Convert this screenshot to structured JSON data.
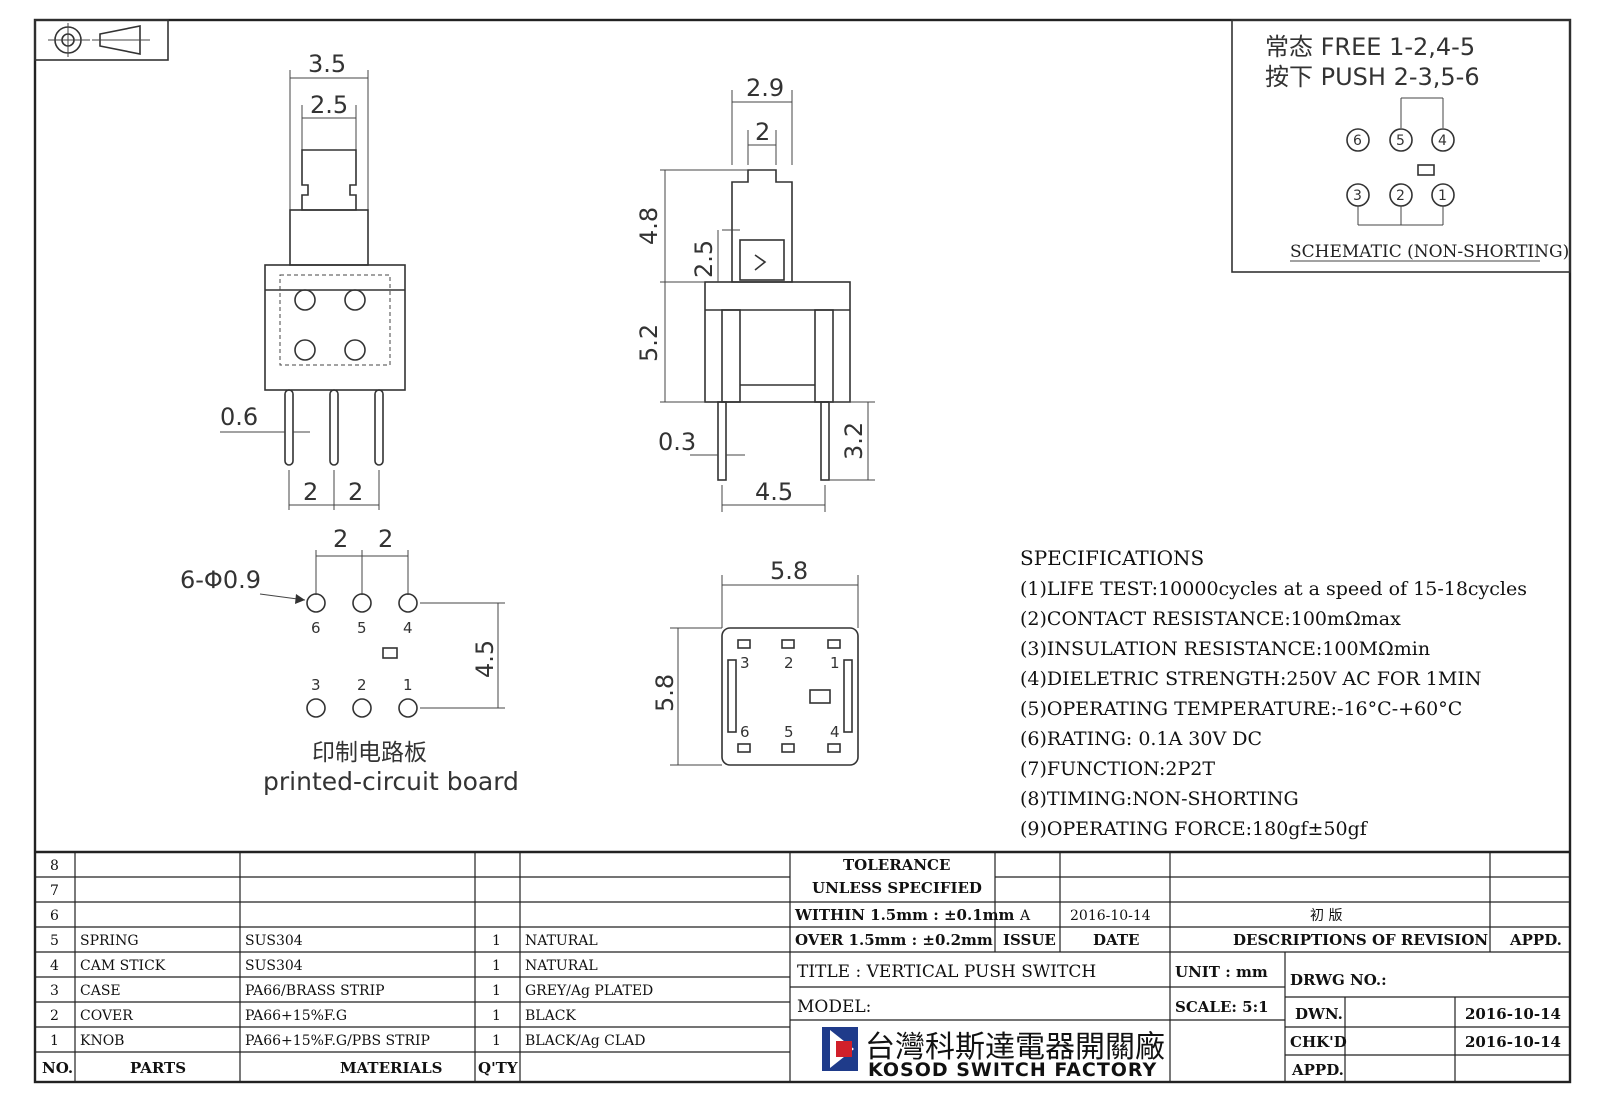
{
  "projection_symbol": "projection-symbol",
  "dimensions": {
    "side": {
      "knob_outer": "3.5",
      "knob_inner": "2.5",
      "pin_width": "0.6",
      "pitch_a": "2",
      "pitch_b": "2"
    },
    "front": {
      "top_outer": "2.9",
      "top_inner": "2",
      "knob_height": "4.8",
      "knob_step": "2.5",
      "body_height": "5.2",
      "pin_thick": "0.3",
      "pin_span": "4.5",
      "pin_length": "3.2"
    },
    "pcb": {
      "pitch_a": "2",
      "pitch_b": "2",
      "hole": "6-Φ0.9",
      "row_gap": "4.5",
      "label_cn": "印制电路板",
      "label_en": "printed-circuit board"
    },
    "bottom": {
      "width": "5.8",
      "height": "5.8"
    }
  },
  "pcb_pins": {
    "top": [
      "6",
      "5",
      "4"
    ],
    "bottom": [
      "3",
      "2",
      "1"
    ]
  },
  "bottom_pins": {
    "top": [
      "3",
      "2",
      "1"
    ],
    "bottom": [
      "6",
      "5",
      "4"
    ]
  },
  "schematic": {
    "line1": "常态 FREE 1-2,4-5",
    "line2": "按下 PUSH 2-3,5-6",
    "top_pins": [
      "6",
      "5",
      "4"
    ],
    "bottom_pins": [
      "3",
      "2",
      "1"
    ],
    "caption": "SCHEMATIC (NON-SHORTING)"
  },
  "specifications": {
    "title": "SPECIFICATIONS",
    "items": [
      "(1)LIFE TEST:10000cycles at a speed of 15-18cycles",
      "(2)CONTACT RESISTANCE:100mΩmax",
      "(3)INSULATION RESISTANCE:100MΩmin",
      "(4)DIELETRIC STRENGTH:250V AC FOR 1MIN",
      "(5)OPERATING TEMPERATURE:-16°C-+60°C",
      "(6)RATING: 0.1A 30V DC",
      "(7)FUNCTION:2P2T",
      "(8)TIMING:NON-SHORTING",
      "(9)OPERATING FORCE:180gf±50gf"
    ]
  },
  "parts_table": {
    "header": {
      "no": "NO.",
      "parts": "PARTS",
      "materials": "MATERIALS",
      "qty": "Q'TY"
    },
    "empty_rows": [
      "8",
      "7",
      "6"
    ],
    "rows": [
      {
        "no": "5",
        "part": "SPRING",
        "material": "SUS304",
        "qty": "1",
        "finish": "NATURAL"
      },
      {
        "no": "4",
        "part": "CAM STICK",
        "material": "SUS304",
        "qty": "1",
        "finish": "NATURAL"
      },
      {
        "no": "3",
        "part": "CASE",
        "material": "PA66/BRASS STRIP",
        "qty": "1",
        "finish": "GREY/Ag PLATED"
      },
      {
        "no": "2",
        "part": "COVER",
        "material": "PA66+15%F.G",
        "qty": "1",
        "finish": "BLACK"
      },
      {
        "no": "1",
        "part": "KNOB",
        "material": "PA66+15%F.G/PBS STRIP",
        "qty": "1",
        "finish": "BLACK/Ag CLAD"
      }
    ]
  },
  "title_block": {
    "tolerance": "TOLERANCE",
    "unless": "UNLESS  SPECIFIED",
    "within": "WITHIN 1.5mm : ±0.1mm",
    "over": "OVER 1.5mm : ±0.2mm",
    "issue_value": "A",
    "date_value": "2016-10-14",
    "revision_desc": "初  版",
    "issue_label": "ISSUE",
    "date_label": "DATE",
    "desc_label": "DESCRIPTIONS OF REVISION",
    "appd_label": "APPD.",
    "title": "TITLE :  VERTICAL PUSH SWITCH",
    "unit": "UNIT :  mm",
    "drwg_no": "DRWG NO.:",
    "model": "MODEL:",
    "scale": "SCALE:  5:1",
    "dwn_label": "DWN.",
    "dwn_date": "2016-10-14",
    "chkd_label": "CHK'D",
    "chkd_date": "2016-10-14",
    "appd2_label": "APPD.",
    "company_cn": "台灣科斯達電器開關廠",
    "company_en": "KOSOD SWITCH FACTORY"
  }
}
